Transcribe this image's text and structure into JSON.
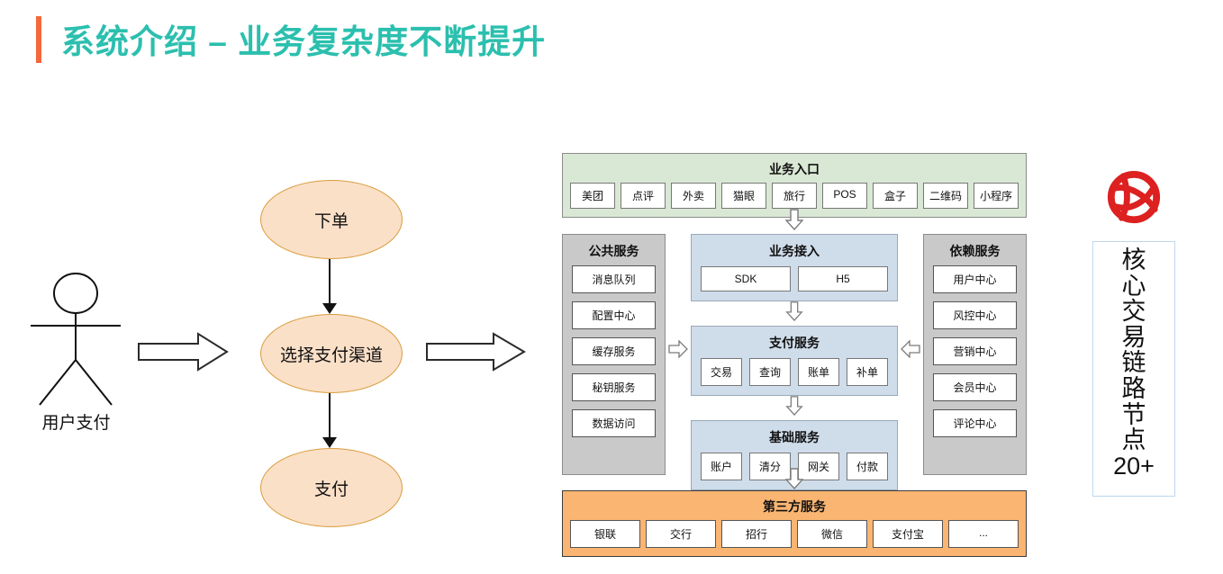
{
  "slide": {
    "title": "系统介绍 – 业务复杂度不断提升",
    "accent_color": "#f4683c",
    "title_color": "#2bbfae"
  },
  "actor": {
    "label": "用户支付",
    "icon": "stick-figure-icon"
  },
  "flow": {
    "nodes": [
      {
        "label": "下单"
      },
      {
        "label": "选择支付渠道"
      },
      {
        "label": "支付"
      }
    ],
    "fill_color": "#fbe0c8",
    "border_color": "#d99c3c"
  },
  "arrows": {
    "stage1": "block-arrow-right",
    "stage2": "block-arrow-right",
    "public_to_center": "arrow-right",
    "dependency_to_center": "arrow-left"
  },
  "architecture": {
    "entry": {
      "title": "业务入口",
      "color": "#d9e8d4",
      "items": [
        "美团",
        "点评",
        "外卖",
        "猫眼",
        "旅行",
        "POS",
        "盒子",
        "二维码",
        "小程序"
      ]
    },
    "public_services": {
      "title": "公共服务",
      "color": "#c9c9c9",
      "items": [
        "消息队列",
        "配置中心",
        "缓存服务",
        "秘钥服务",
        "数据访问"
      ]
    },
    "center": {
      "color": "#cfdcea",
      "layers": [
        {
          "title": "业务接入",
          "items": [
            "SDK",
            "H5"
          ]
        },
        {
          "title": "支付服务",
          "items": [
            "交易",
            "查询",
            "账单",
            "补单"
          ]
        },
        {
          "title": "基础服务",
          "items": [
            "账户",
            "清分",
            "网关",
            "付款"
          ]
        }
      ]
    },
    "dependency_services": {
      "title": "依赖服务",
      "color": "#c9c9c9",
      "items": [
        "用户中心",
        "风控中心",
        "营销中心",
        "会员中心",
        "评论中心"
      ]
    },
    "third_party": {
      "title": "第三方服务",
      "color": "#f9b571",
      "items": [
        "银联",
        "交行",
        "招行",
        "微信",
        "支付宝",
        "..."
      ]
    }
  },
  "badge": {
    "logo": "red-globe-icon",
    "logo_color": "#dd2020",
    "vertical_text": [
      "核",
      "心",
      "交",
      "易",
      "链",
      "路",
      "节",
      "点"
    ],
    "number": "20+",
    "border_color": "#bdd7ee"
  }
}
